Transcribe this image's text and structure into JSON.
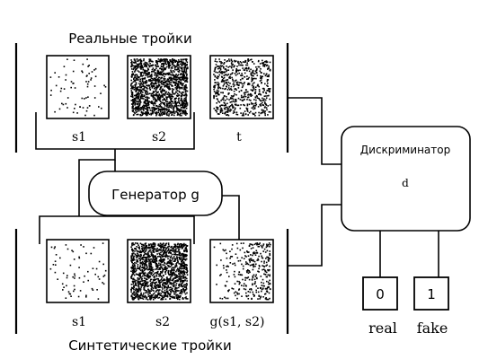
{
  "real_triplets": {
    "title": "Реальные тройки",
    "labels": [
      "s1",
      "s2",
      "t"
    ]
  },
  "synthetic_triplets": {
    "title": "Синтетические тройки",
    "labels": [
      "s1",
      "s2",
      "g(s1, s2)"
    ]
  },
  "generator": {
    "label": "Генератор g"
  },
  "discriminator": {
    "label": "Дискриминатор",
    "symbol": "d"
  },
  "outputs": [
    {
      "value": "0",
      "label": "real"
    },
    {
      "value": "1",
      "label": "fake"
    }
  ]
}
